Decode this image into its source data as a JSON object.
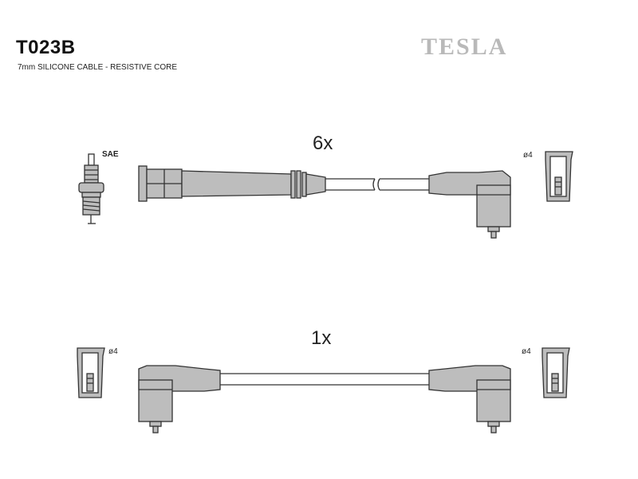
{
  "header": {
    "part_number": "T023B",
    "description": "7mm SILICONE CABLE - RESISTIVE CORE",
    "brand": "TESLA"
  },
  "set_top": {
    "quantity": "6x",
    "left_connector_label": "SAE",
    "right_connector_label": "ø4"
  },
  "set_bottom": {
    "quantity": "1x",
    "left_connector_label": "ø4",
    "right_connector_label": "ø4"
  },
  "colors": {
    "fill": "#bdbdbd",
    "stroke": "#333333",
    "brand": "#b9b9b9"
  }
}
